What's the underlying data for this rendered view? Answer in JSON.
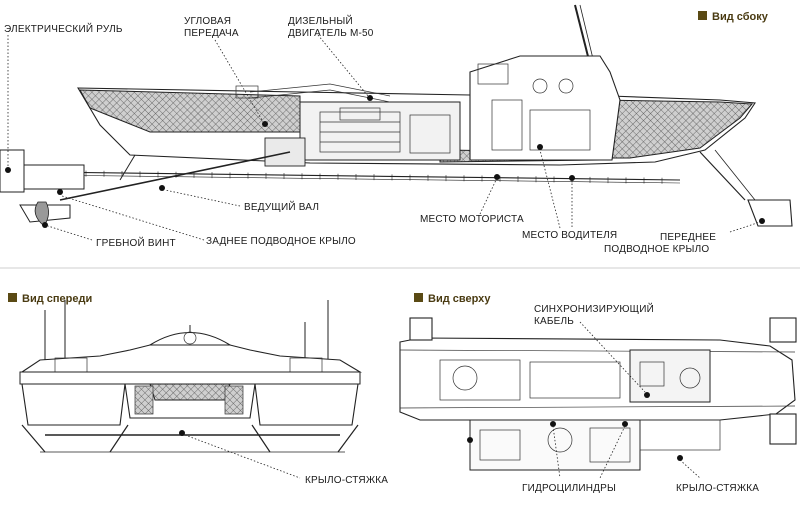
{
  "colors": {
    "section_marker": "#5a4a14",
    "section_text": "#4a3b12",
    "line": "#222222"
  },
  "sections": {
    "side": "Вид сбоку",
    "front": "Вид спереди",
    "top": "Вид сверху"
  },
  "labels": {
    "electric_rudder": "ЭЛЕКТРИЧЕСКИЙ РУЛЬ",
    "angle_gear_1": "УГЛОВАЯ",
    "angle_gear_2": "ПЕРЕДАЧА",
    "diesel_1": "ДИЗЕЛЬНЫЙ",
    "diesel_2": "ДВИГАТЕЛЬ М-50",
    "drive_shaft": "ВЕДУЩИЙ ВАЛ",
    "propeller": "ГРЕБНОЙ ВИНТ",
    "rear_foil": "ЗАДНЕЕ ПОДВОДНОЕ КРЫЛО",
    "motorist_seat": "МЕСТО МОТОРИСТА",
    "driver_seat": "МЕСТО ВОДИТЕЛЯ",
    "front_foil_1": "ПЕРЕДНЕЕ",
    "front_foil_2": "ПОДВОДНОЕ КРЫЛО",
    "sync_cable_1": "СИНХРОНИЗИРУЮЩИЙ",
    "sync_cable_2": "КАБЕЛЬ",
    "tie_wing_front": "КРЫЛО-СТЯЖКА",
    "hydro_cylinders": "ГИДРОЦИЛИНДРЫ",
    "tie_wing_top": "КРЫЛО-СТЯЖКА"
  }
}
